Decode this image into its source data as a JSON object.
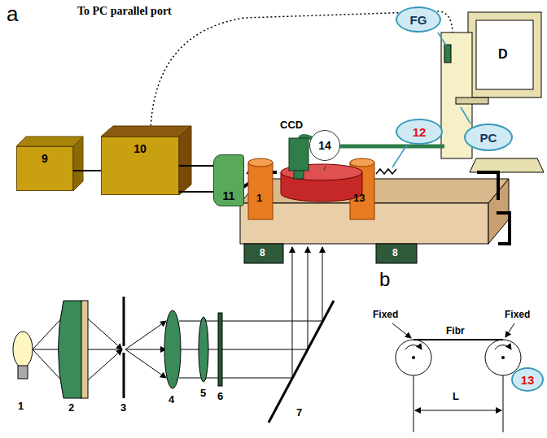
{
  "diagram": {
    "nodes": [
      {
        "text": [
          "9"
        ]
      },
      {
        "text": [
          "10"
        ]
      },
      {
        "text": [
          "FG"
        ]
      },
      {
        "text": [
          "PC"
        ]
      },
      {
        "text": [
          "11"
        ]
      },
      {
        "text": [
          "12"
        ]
      },
      {
        "text": [
          "14"
        ]
      },
      {
        "text": [
          "13"
        ]
      }
    ],
    "edges": [
      {
        "from": 0,
        "to": 1,
        "arrow": "none"
      },
      {
        "from": 1,
        "to": 4,
        "arrow": "none"
      },
      {
        "from": 1,
        "to": 4,
        "arrow": "none"
      }
    ],
    "labels": [
      "a",
      "To PC parallel port",
      "CCD",
      "D",
      "1",
      "13",
      "8",
      "8",
      "1",
      "2",
      "3",
      "4",
      "5",
      "6",
      "7",
      "b",
      "Fixed",
      "Fixed",
      "Fibr",
      "L"
    ]
  }
}
